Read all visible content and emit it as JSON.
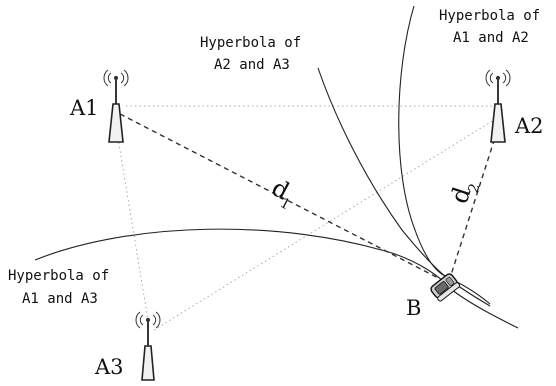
{
  "stations": {
    "a1": {
      "label": "A1"
    },
    "a2": {
      "label": "A2"
    },
    "a3": {
      "label": "A3"
    }
  },
  "phone": {
    "label": "B"
  },
  "distances": {
    "d1": {
      "letter": "d",
      "sub": "1"
    },
    "d2": {
      "letter": "d",
      "sub": "2"
    }
  },
  "hyperbolas": {
    "a1_a2": {
      "line1": "Hyperbola of",
      "line2": "A1 and A2"
    },
    "a2_a3": {
      "line1": "Hyperbola of",
      "line2": "A2 and A3"
    },
    "a1_a3": {
      "line1": "Hyperbola of",
      "line2": "A1 and A3"
    }
  }
}
